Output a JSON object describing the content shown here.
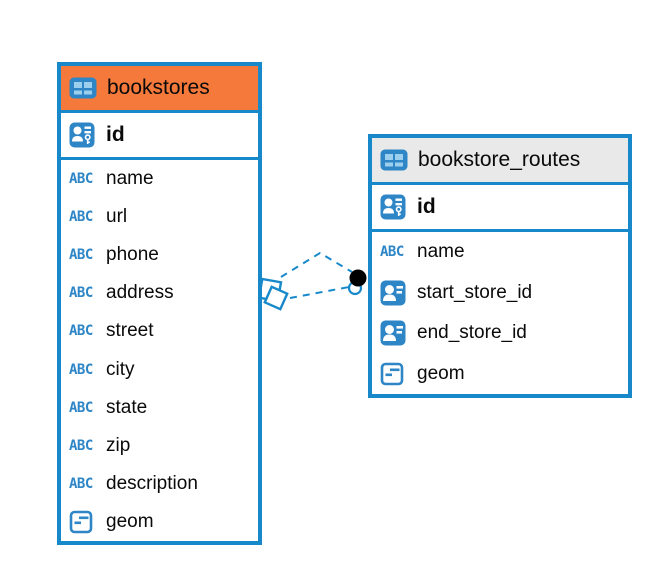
{
  "colors": {
    "accent-blue": "#1789CA",
    "icon-blue": "#2E86C7",
    "icon-cell-blue": "#9CCFEE",
    "header-orange": "#F5793B",
    "header-gray": "#E9E9E9",
    "text-color": "#0A0A0A",
    "canvas-bg": "#FFFFFF",
    "relation-dot": "#000000"
  },
  "diagram": {
    "abc_label": "ABC",
    "tables": [
      {
        "name": "bookstores",
        "header_color": "#F5793B",
        "columns": [
          {
            "name": "id",
            "icon": "primary-key-icon",
            "primary": true
          },
          {
            "name": "name",
            "icon": "text-type-icon"
          },
          {
            "name": "url",
            "icon": "text-type-icon"
          },
          {
            "name": "phone",
            "icon": "text-type-icon"
          },
          {
            "name": "address",
            "icon": "text-type-icon"
          },
          {
            "name": "street",
            "icon": "text-type-icon"
          },
          {
            "name": "city",
            "icon": "text-type-icon"
          },
          {
            "name": "state",
            "icon": "text-type-icon"
          },
          {
            "name": "zip",
            "icon": "text-type-icon"
          },
          {
            "name": "description",
            "icon": "text-type-icon"
          },
          {
            "name": "geom",
            "icon": "geometry-type-icon"
          }
        ]
      },
      {
        "name": "bookstore_routes",
        "header_color": "#E9E9E9",
        "columns": [
          {
            "name": "id",
            "icon": "primary-key-icon",
            "primary": true
          },
          {
            "name": "name",
            "icon": "text-type-icon"
          },
          {
            "name": "start_store_id",
            "icon": "foreign-key-icon"
          },
          {
            "name": "end_store_id",
            "icon": "foreign-key-icon"
          },
          {
            "name": "geom",
            "icon": "geometry-type-icon"
          }
        ]
      }
    ],
    "relation": {
      "source_table": "bookstores",
      "target_table": "bookstore_routes",
      "line_style": "dashed",
      "source_marker": "diamond",
      "target_marker": "dot"
    }
  }
}
